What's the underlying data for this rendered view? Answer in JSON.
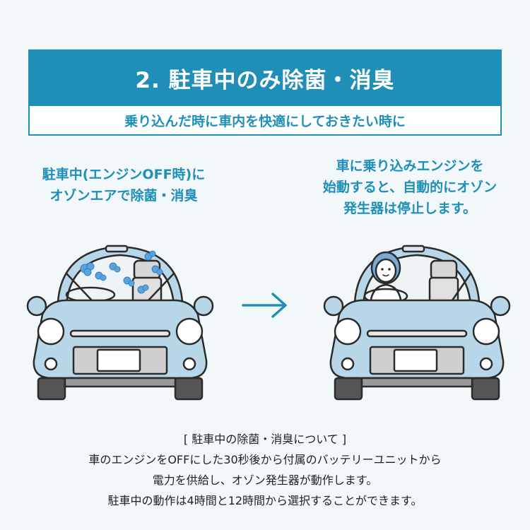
{
  "header": {
    "title": "2. 駐車中のみ除菌・消臭",
    "subtitle": "乗り込んだ時に車内を快適にしておきたい時に"
  },
  "left_caption": "駐車中(エンジンOFF時)に\nオゾンエアで除菌・消臭",
  "right_caption": "車に乗り込みエンジンを\n始動すると、自動的にオゾン\n発生器は停止します。",
  "note": {
    "heading": "[ 駐車中の除菌・消臭について ]",
    "line1": "車のエンジンをOFFにした30秒後から付属のバッテリーユニットから",
    "line2": "電力を供給し、オゾン発生器が動作します。",
    "line3": "駐車中の動作は4時間と12時間から選択することができます。"
  },
  "colors": {
    "accent": "#1f8fb8",
    "car_body": "#b7d6e8",
    "outline": "#2b2b2b",
    "ozone": "#5aa3dc"
  }
}
